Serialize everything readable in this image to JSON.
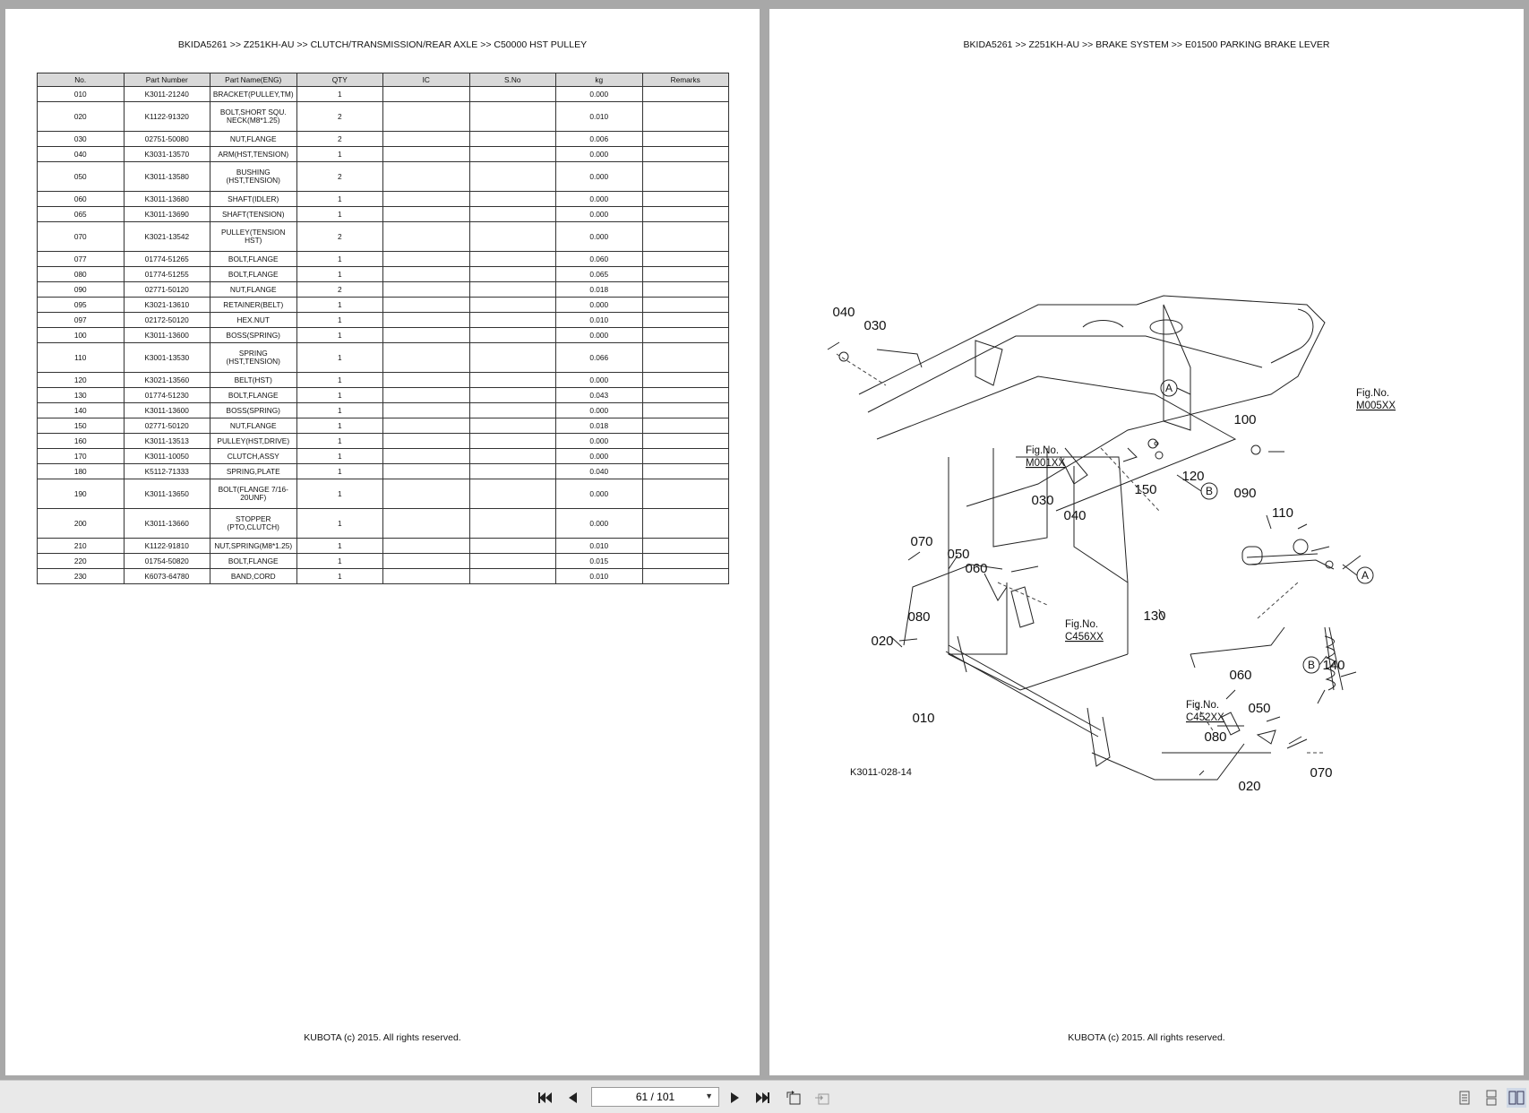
{
  "left_page": {
    "breadcrumb": "BKIDA5261 >> Z251KH-AU >> CLUTCH/TRANSMISSION/REAR AXLE >> C50000   HST PULLEY",
    "columns": [
      "No.",
      "Part Number",
      "Part Name(ENG)",
      "QTY",
      "IC",
      "S.No",
      "kg",
      "Remarks"
    ],
    "rows": [
      {
        "no": "010",
        "part": "K3011-21240",
        "name": "BRACKET(PULLEY,TM)",
        "qty": "1",
        "kg": "0.000"
      },
      {
        "no": "020",
        "part": "K1122-91320",
        "name": "BOLT,SHORT SQU. NECK(M8*1.25)",
        "qty": "2",
        "kg": "0.010",
        "tall": true
      },
      {
        "no": "030",
        "part": "02751-50080",
        "name": "NUT,FLANGE",
        "qty": "2",
        "kg": "0.006"
      },
      {
        "no": "040",
        "part": "K3031-13570",
        "name": "ARM(HST,TENSION)",
        "qty": "1",
        "kg": "0.000"
      },
      {
        "no": "050",
        "part": "K3011-13580",
        "name": "BUSHING (HST,TENSION)",
        "qty": "2",
        "kg": "0.000",
        "tall": true
      },
      {
        "no": "060",
        "part": "K3011-13680",
        "name": "SHAFT(IDLER)",
        "qty": "1",
        "kg": "0.000"
      },
      {
        "no": "065",
        "part": "K3011-13690",
        "name": "SHAFT(TENSION)",
        "qty": "1",
        "kg": "0.000"
      },
      {
        "no": "070",
        "part": "K3021-13542",
        "name": "PULLEY(TENSION HST)",
        "qty": "2",
        "kg": "0.000",
        "tall": true
      },
      {
        "no": "077",
        "part": "01774-51265",
        "name": "BOLT,FLANGE",
        "qty": "1",
        "kg": "0.060"
      },
      {
        "no": "080",
        "part": "01774-51255",
        "name": "BOLT,FLANGE",
        "qty": "1",
        "kg": "0.065"
      },
      {
        "no": "090",
        "part": "02771-50120",
        "name": "NUT,FLANGE",
        "qty": "2",
        "kg": "0.018"
      },
      {
        "no": "095",
        "part": "K3021-13610",
        "name": "RETAINER(BELT)",
        "qty": "1",
        "kg": "0.000"
      },
      {
        "no": "097",
        "part": "02172-50120",
        "name": "HEX.NUT",
        "qty": "1",
        "kg": "0.010"
      },
      {
        "no": "100",
        "part": "K3011-13600",
        "name": "BOSS(SPRING)",
        "qty": "1",
        "kg": "0.000"
      },
      {
        "no": "110",
        "part": "K3001-13530",
        "name": "SPRING (HST,TENSION)",
        "qty": "1",
        "kg": "0.066",
        "tall": true
      },
      {
        "no": "120",
        "part": "K3021-13560",
        "name": "BELT(HST)",
        "qty": "1",
        "kg": "0.000"
      },
      {
        "no": "130",
        "part": "01774-51230",
        "name": "BOLT,FLANGE",
        "qty": "1",
        "kg": "0.043"
      },
      {
        "no": "140",
        "part": "K3011-13600",
        "name": "BOSS(SPRING)",
        "qty": "1",
        "kg": "0.000"
      },
      {
        "no": "150",
        "part": "02771-50120",
        "name": "NUT,FLANGE",
        "qty": "1",
        "kg": "0.018"
      },
      {
        "no": "160",
        "part": "K3011-13513",
        "name": "PULLEY(HST,DRIVE)",
        "qty": "1",
        "kg": "0.000"
      },
      {
        "no": "170",
        "part": "K3011-10050",
        "name": "CLUTCH,ASSY",
        "qty": "1",
        "kg": "0.000"
      },
      {
        "no": "180",
        "part": "K5112-71333",
        "name": "SPRING,PLATE",
        "qty": "1",
        "kg": "0.040"
      },
      {
        "no": "190",
        "part": "K3011-13650",
        "name": "BOLT(FLANGE 7/16-20UNF)",
        "qty": "1",
        "kg": "0.000",
        "tall": true
      },
      {
        "no": "200",
        "part": "K3011-13660",
        "name": "STOPPER (PTO,CLUTCH)",
        "qty": "1",
        "kg": "0.000",
        "tall": true
      },
      {
        "no": "210",
        "part": "K1122-91810",
        "name": "NUT,SPRING(M8*1.25)",
        "qty": "1",
        "kg": "0.010"
      },
      {
        "no": "220",
        "part": "01754-50820",
        "name": "BOLT,FLANGE",
        "qty": "1",
        "kg": "0.015"
      },
      {
        "no": "230",
        "part": "K6073-64780",
        "name": "BAND,CORD",
        "qty": "1",
        "kg": "0.010"
      }
    ],
    "footer": "KUBOTA (c) 2015. All rights reserved."
  },
  "right_page": {
    "breadcrumb": "BKIDA5261 >> Z251KH-AU >> BRAKE SYSTEM >> E01500   PARKING BRAKE LEVER",
    "diagram": {
      "callouts": [
        "040",
        "030",
        "100",
        "030",
        "040",
        "150",
        "120",
        "090",
        "110",
        "070",
        "050",
        "060",
        "080",
        "020",
        "130",
        "140",
        "010",
        "060",
        "050",
        "080",
        "070",
        "020"
      ],
      "fig_refs": {
        "m005": "Fig.No.\nM005XX",
        "m001": "Fig.No.\nM001XX",
        "c456": "Fig.No.\nC456XX",
        "c452": "Fig.No.\nC452XX"
      },
      "circle_labels": [
        "A",
        "B",
        "A",
        "B"
      ],
      "drawing_no": "K3011-028-14"
    },
    "footer": "KUBOTA (c) 2015. All rights reserved."
  },
  "toolbar": {
    "page_indicator": "61 / 101"
  }
}
